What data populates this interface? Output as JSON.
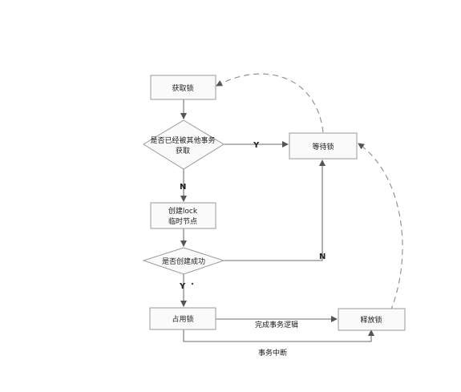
{
  "nodes": {
    "acquire_lock": "获取锁",
    "is_acquired_q1": "是否已经被其他事务",
    "is_acquired_q2": "获取",
    "wait_lock": "等待锁",
    "create_node_1": "创建lock",
    "create_node_2": "临时节点",
    "create_ok_q": "是否创建成功",
    "occupy_lock": "占用锁",
    "release_lock": "释放锁"
  },
  "edges": {
    "yes_to_wait": "Y",
    "no_to_create": "N",
    "no_to_wait": "N",
    "yes_to_occupy": "Y",
    "finish_logic": "完成事务逻辑",
    "tx_interrupt": "事务中断"
  },
  "colors": {
    "line": "#6e6e6e",
    "box_border": "#9a9a9a",
    "box_fill": "#fafafa",
    "text": "#1a1a1a"
  }
}
